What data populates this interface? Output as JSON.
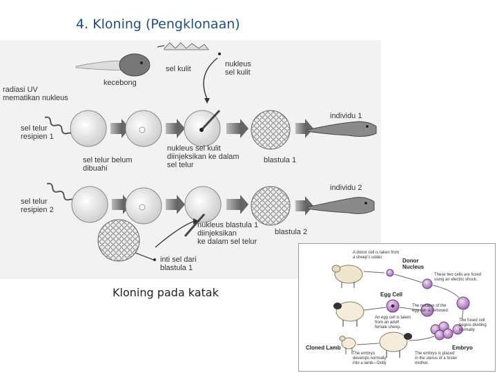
{
  "slide": {
    "title": "4.   Kloning (Pengklonaan)",
    "caption": "Kloning pada katak"
  },
  "frog_diagram": {
    "sel_kulit": "sel  kulit",
    "nukleus_sel_kulit": "nukleus\nsel  kulit",
    "kecebong": "kecebong",
    "radiasi_uv": "radiasi  UV\nmematikan  nukleus",
    "sel_telur_resipien_1": "sel  telur\nresipien  1",
    "sel_telur_belum_dibuahi": "sel  telur  belum\ndibuahi",
    "nukleus_diinjeksikan": "nukleus  sel  kulit\ndiinjeksikan  ke  dalam\nsel  telur",
    "blastula_1": "blastula  1",
    "individu_1": "individu  1",
    "individu_2": "individu  2",
    "sel_telur_resipien_2": "sel  telur\nresipien  2",
    "nukleus_blastula": "nukleus  blastula  1\ndiinjeksikan\nke  dalam  sel  telur",
    "blastula_2": "blastula  2",
    "inti_sel_dari_blastula": "inti  sel  dari\nblastula  1"
  },
  "sheep_diagram": {
    "donor_cell_note": "A donor cell is taken from\na sheep's udder.",
    "donor_nucleus": "Donor\nNucleus",
    "fused_note": "These two cells are fused\nusing an electric shock.",
    "egg_cell": "Egg Cell",
    "nucleus_removed": "The nucleus of the\negg cell is removed.",
    "egg_taken": "An egg cell is taken\nfrom an adult\nfemale sheep.",
    "fused_dividing": "The fused cell\nbegins dividing\nnormally.",
    "cloned_lamb": "Cloned Lamb",
    "embryo": "Embryo",
    "embryo_develops": "The embryo\ndevelops normally\ninto a lamb—Dolly",
    "embryo_placed": "The embryo is placed\nin the uterus of a foster\nmother."
  }
}
